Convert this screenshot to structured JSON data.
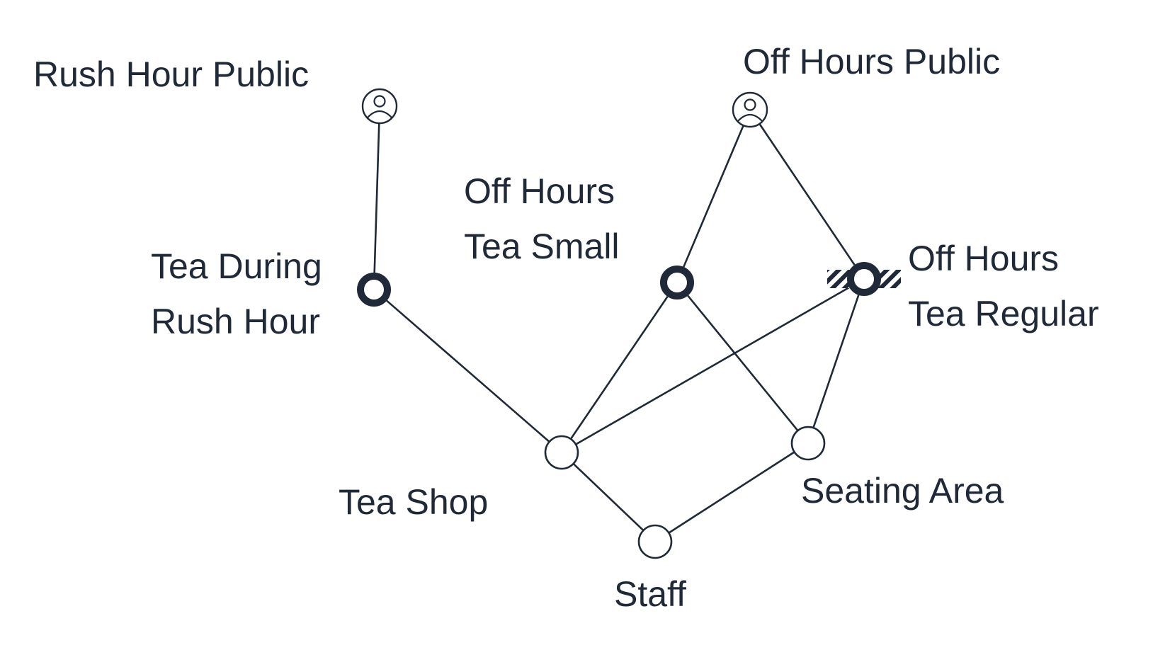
{
  "colors": {
    "ink": "#1f2937",
    "background": "#ffffff"
  },
  "nodes": {
    "rush_hour_public": {
      "label": [
        "Rush Hour Public"
      ],
      "kind": "person"
    },
    "off_hours_public": {
      "label": [
        "Off Hours Public"
      ],
      "kind": "person"
    },
    "tea_during_rush_hour": {
      "label": [
        "Tea During",
        "Rush Hour"
      ],
      "kind": "bold"
    },
    "off_hours_tea_small": {
      "label": [
        "Off Hours",
        "Tea Small"
      ],
      "kind": "bold"
    },
    "off_hours_tea_regular": {
      "label": [
        "Off Hours",
        "Tea Regular"
      ],
      "kind": "bold-hatched"
    },
    "tea_shop": {
      "label": [
        "Tea Shop"
      ],
      "kind": "plain"
    },
    "seating_area": {
      "label": [
        "Seating Area"
      ],
      "kind": "plain"
    },
    "staff": {
      "label": [
        "Staff"
      ],
      "kind": "plain"
    }
  },
  "edges": [
    [
      "rush_hour_public",
      "tea_during_rush_hour"
    ],
    [
      "tea_during_rush_hour",
      "tea_shop"
    ],
    [
      "off_hours_public",
      "off_hours_tea_small"
    ],
    [
      "off_hours_public",
      "off_hours_tea_regular"
    ],
    [
      "off_hours_tea_small",
      "tea_shop"
    ],
    [
      "off_hours_tea_small",
      "seating_area"
    ],
    [
      "off_hours_tea_regular",
      "tea_shop"
    ],
    [
      "off_hours_tea_regular",
      "seating_area"
    ],
    [
      "tea_shop",
      "staff"
    ],
    [
      "seating_area",
      "staff"
    ]
  ]
}
